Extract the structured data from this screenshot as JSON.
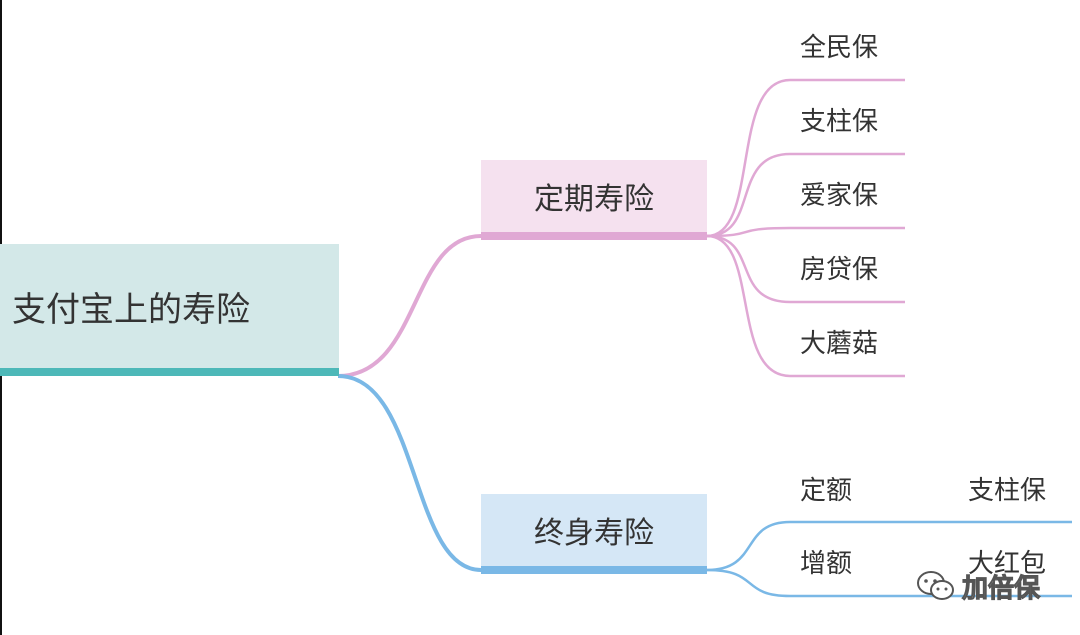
{
  "root": {
    "label": "支付宝上的寿险"
  },
  "branches": [
    {
      "label": "定期寿险",
      "items": [
        "全民保",
        "支柱保",
        "爱家保",
        "房贷保",
        "大蘑菇"
      ]
    },
    {
      "label": "终身寿险",
      "items": [
        {
          "label": "定额",
          "product": "支柱保"
        },
        {
          "label": "增额",
          "product": "大红包"
        }
      ]
    }
  ],
  "watermark": {
    "text": "加倍保",
    "icon": "wechat-icon"
  },
  "colors": {
    "root_fill": "#d3e8e8",
    "root_line": "#4db8b8",
    "term_fill": "#f5e1ef",
    "term_line": "#e0a8d4",
    "whole_fill": "#d5e7f6",
    "whole_line": "#7ab8e6"
  }
}
